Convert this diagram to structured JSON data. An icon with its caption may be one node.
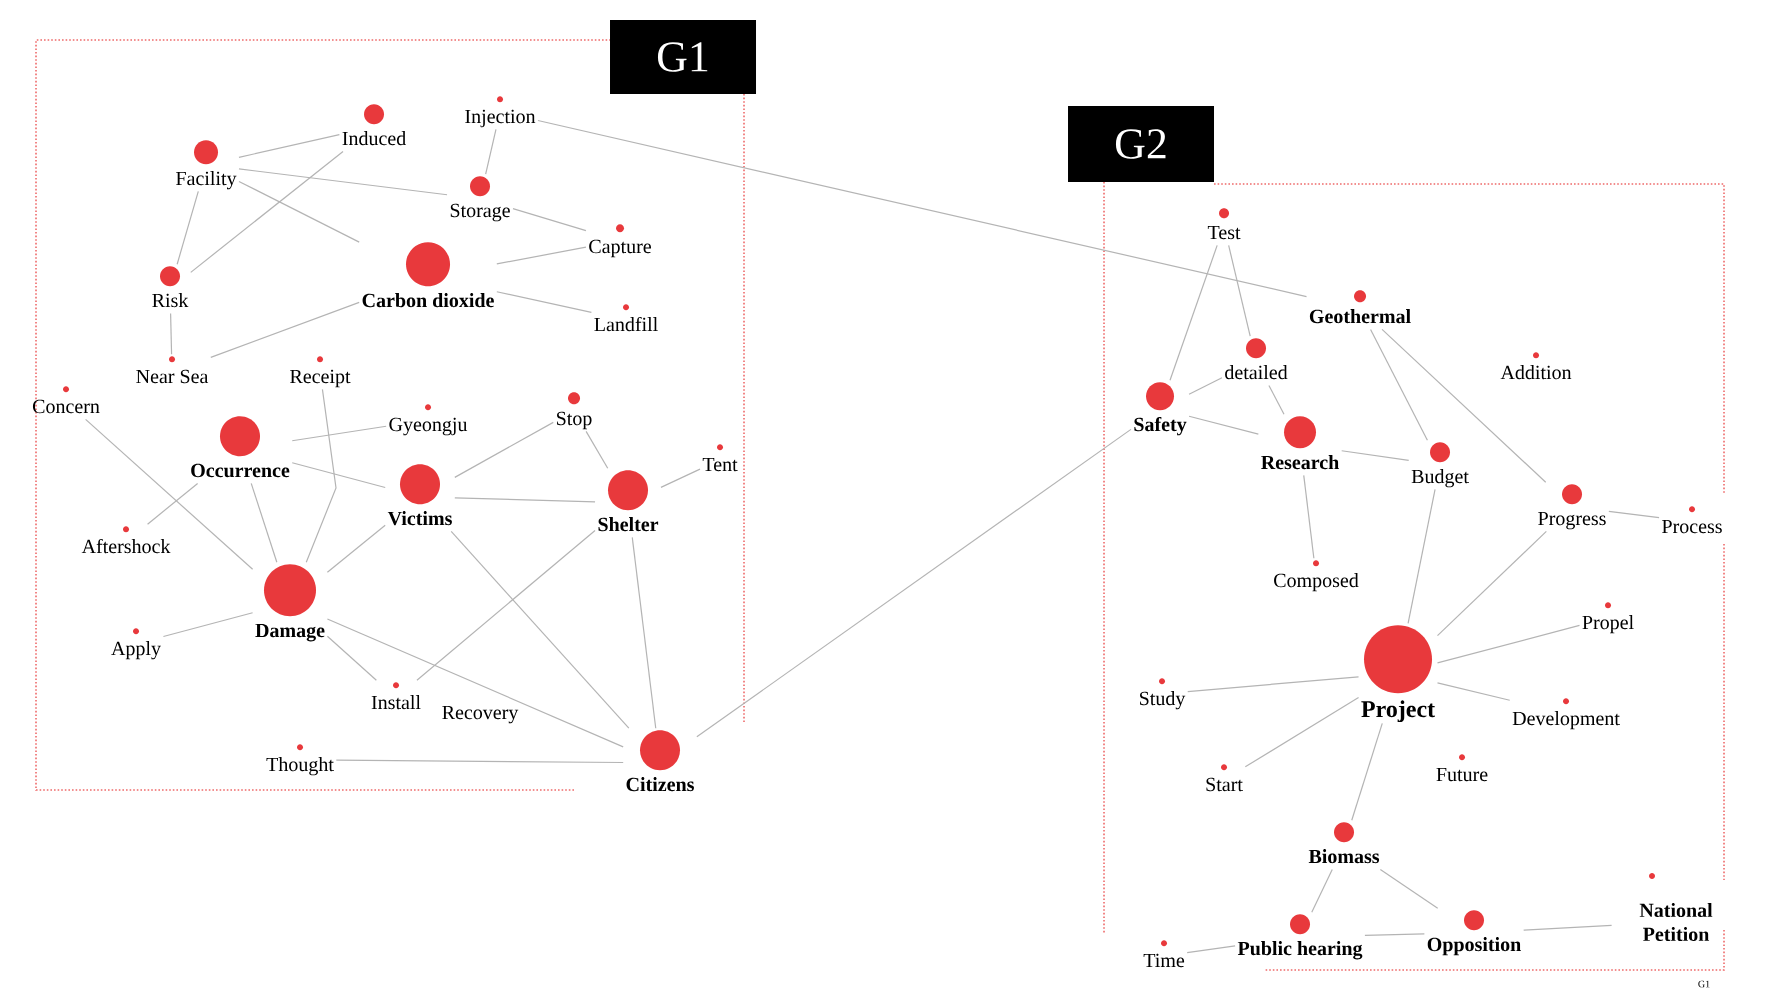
{
  "diagram": {
    "nodes": [
      {
        "text": [
          "G1"
        ]
      },
      {
        "text": [
          "G2"
        ]
      },
      {
        "text": [
          "Injection"
        ],
        "in": 0
      },
      {
        "text": [
          "Induced"
        ],
        "in": 0
      },
      {
        "text": [
          "Facility"
        ],
        "in": 0
      },
      {
        "text": [
          "Storage"
        ],
        "in": 0
      },
      {
        "text": [
          "Capture"
        ],
        "in": 0
      },
      {
        "text": [
          "Carbon dioxide"
        ],
        "in": 0
      },
      {
        "text": [
          "Landfill"
        ],
        "in": 0
      },
      {
        "text": [
          "Risk"
        ],
        "in": 0
      },
      {
        "text": [
          "Near Sea"
        ],
        "in": 0
      },
      {
        "text": [
          "Receipt"
        ],
        "in": 0
      },
      {
        "text": [
          "Concern"
        ],
        "in": 0
      },
      {
        "text": [
          "Stop"
        ],
        "in": 0
      },
      {
        "text": [
          "Gyeongju"
        ],
        "in": 0
      },
      {
        "text": [
          "Tent"
        ],
        "in": 0
      },
      {
        "text": [
          "Occurrence"
        ],
        "in": 0
      },
      {
        "text": [
          "Victims"
        ],
        "in": 0
      },
      {
        "text": [
          "Shelter"
        ],
        "in": 0
      },
      {
        "text": [
          "Aftershock"
        ],
        "in": 0
      },
      {
        "text": [
          "Damage"
        ],
        "in": 0
      },
      {
        "text": [
          "Apply"
        ],
        "in": 0
      },
      {
        "text": [
          "Install"
        ],
        "in": 0
      },
      {
        "text": [
          "Recovery"
        ],
        "in": 0
      },
      {
        "text": [
          "Thought"
        ],
        "in": 0
      },
      {
        "text": [
          "Citizens"
        ],
        "in": 0
      },
      {
        "text": [
          "Test"
        ],
        "in": 1
      },
      {
        "text": [
          "Geothermal"
        ],
        "in": 1
      },
      {
        "text": [
          "detailed"
        ],
        "in": 1
      },
      {
        "text": [
          "Addition"
        ],
        "in": 1
      },
      {
        "text": [
          "Safety"
        ],
        "in": 1
      },
      {
        "text": [
          "Research"
        ],
        "in": 1
      },
      {
        "text": [
          "Budget"
        ],
        "in": 1
      },
      {
        "text": [
          "Progress"
        ],
        "in": 1
      },
      {
        "text": [
          "Process"
        ],
        "in": 1
      },
      {
        "text": [
          "Composed"
        ],
        "in": 1
      },
      {
        "text": [
          "Propel"
        ],
        "in": 1
      },
      {
        "text": [
          "Study"
        ],
        "in": 1
      },
      {
        "text": [
          "Project"
        ],
        "in": 1
      },
      {
        "text": [
          "Development"
        ],
        "in": 1
      },
      {
        "text": [
          "Future"
        ],
        "in": 1
      },
      {
        "text": [
          "Start"
        ],
        "in": 1
      },
      {
        "text": [
          "Biomass"
        ],
        "in": 1
      },
      {
        "text": [
          "National Petition"
        ],
        "in": 1
      },
      {
        "text": [
          "Time"
        ],
        "in": 1
      },
      {
        "text": [
          "Public hearing"
        ],
        "in": 1
      },
      {
        "text": [
          "Opposition"
        ],
        "in": 1
      }
    ],
    "edges": [
      {
        "from": 4,
        "to": 3,
        "arrow": "none"
      },
      {
        "from": 4,
        "to": 5,
        "arrow": "none"
      },
      {
        "from": 4,
        "to": 7,
        "arrow": "none"
      },
      {
        "from": 2,
        "to": 5,
        "arrow": "none"
      },
      {
        "from": 5,
        "to": 6,
        "arrow": "none"
      },
      {
        "from": 7,
        "to": 6,
        "arrow": "none"
      },
      {
        "from": 7,
        "to": 8,
        "arrow": "none"
      },
      {
        "from": 4,
        "to": 9,
        "arrow": "none"
      },
      {
        "from": 9,
        "to": 3,
        "arrow": "none"
      },
      {
        "from": 9,
        "to": 10,
        "arrow": "none"
      },
      {
        "from": 10,
        "to": 7,
        "arrow": "none"
      },
      {
        "from": 16,
        "to": 14,
        "arrow": "none"
      },
      {
        "from": 11,
        "to": 20,
        "arrow": "none"
      },
      {
        "from": 16,
        "to": 20,
        "arrow": "none"
      },
      {
        "from": 12,
        "to": 20,
        "arrow": "none"
      },
      {
        "from": 19,
        "to": 16,
        "arrow": "none"
      },
      {
        "from": 16,
        "to": 17,
        "arrow": "none"
      },
      {
        "from": 17,
        "to": 13,
        "arrow": "none"
      },
      {
        "from": 13,
        "to": 18,
        "arrow": "none"
      },
      {
        "from": 17,
        "to": 18,
        "arrow": "none"
      },
      {
        "from": 18,
        "to": 15,
        "arrow": "none"
      },
      {
        "from": 20,
        "to": 17,
        "arrow": "none"
      },
      {
        "from": 20,
        "to": 21,
        "arrow": "none"
      },
      {
        "from": 20,
        "to": 22,
        "arrow": "none"
      },
      {
        "from": 22,
        "to": 18,
        "arrow": "none"
      },
      {
        "from": 20,
        "to": 25,
        "arrow": "none"
      },
      {
        "from": 17,
        "to": 25,
        "arrow": "none"
      },
      {
        "from": 18,
        "to": 25,
        "arrow": "none"
      },
      {
        "from": 24,
        "to": 25,
        "arrow": "none"
      },
      {
        "from": 25,
        "to": 30,
        "arrow": "none"
      },
      {
        "from": 2,
        "to": 27,
        "arrow": "none"
      },
      {
        "from": 26,
        "to": 30,
        "arrow": "none"
      },
      {
        "from": 26,
        "to": 28,
        "arrow": "none"
      },
      {
        "from": 28,
        "to": 30,
        "arrow": "none"
      },
      {
        "from": 30,
        "to": 31,
        "arrow": "none"
      },
      {
        "from": 28,
        "to": 31,
        "arrow": "none"
      },
      {
        "from": 31,
        "to": 32,
        "arrow": "none"
      },
      {
        "from": 32,
        "to": 27,
        "arrow": "none"
      },
      {
        "from": 27,
        "to": 33,
        "arrow": "none"
      },
      {
        "from": 33,
        "to": 34,
        "arrow": "none"
      },
      {
        "from": 31,
        "to": 35,
        "arrow": "none"
      },
      {
        "from": 32,
        "to": 38,
        "arrow": "none"
      },
      {
        "from": 33,
        "to": 38,
        "arrow": "none"
      },
      {
        "from": 36,
        "to": 38,
        "arrow": "none"
      },
      {
        "from": 39,
        "to": 38,
        "arrow": "none"
      },
      {
        "from": 37,
        "to": 38,
        "arrow": "none"
      },
      {
        "from": 41,
        "to": 38,
        "arrow": "none"
      },
      {
        "from": 38,
        "to": 42,
        "arrow": "none"
      },
      {
        "from": 42,
        "to": 45,
        "arrow": "none"
      },
      {
        "from": 42,
        "to": 46,
        "arrow": "none"
      },
      {
        "from": 45,
        "to": 46,
        "arrow": "none"
      },
      {
        "from": 45,
        "to": 44,
        "arrow": "none"
      },
      {
        "from": 46,
        "to": 43,
        "arrow": "none"
      }
    ],
    "labels": [
      "G1"
    ]
  }
}
